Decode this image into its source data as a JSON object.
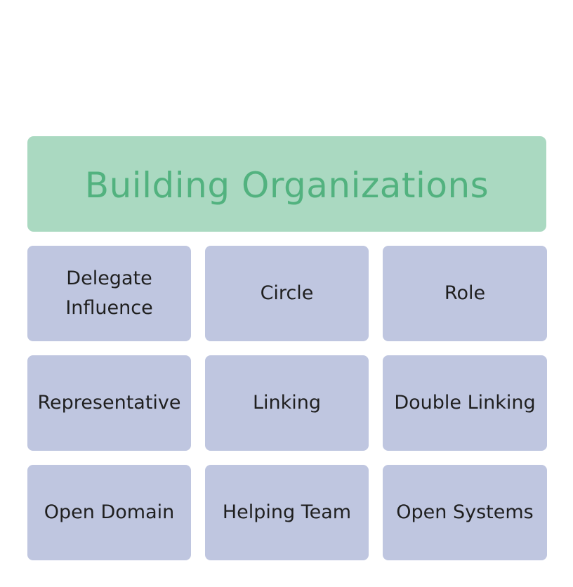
{
  "header": {
    "title": "Building Organizations"
  },
  "tiles": [
    {
      "label": "Delegate\nInfluence"
    },
    {
      "label": "Circle"
    },
    {
      "label": "Role"
    },
    {
      "label": "Representative"
    },
    {
      "label": "Linking"
    },
    {
      "label": "Double Linking"
    },
    {
      "label": "Open Domain"
    },
    {
      "label": "Helping Team"
    },
    {
      "label": "Open Systems"
    }
  ],
  "colors": {
    "header_fill": "#aad9c1",
    "header_text": "#52b27f",
    "tile_fill": "#bfc6e0",
    "tile_text": "#1f1f1f"
  }
}
